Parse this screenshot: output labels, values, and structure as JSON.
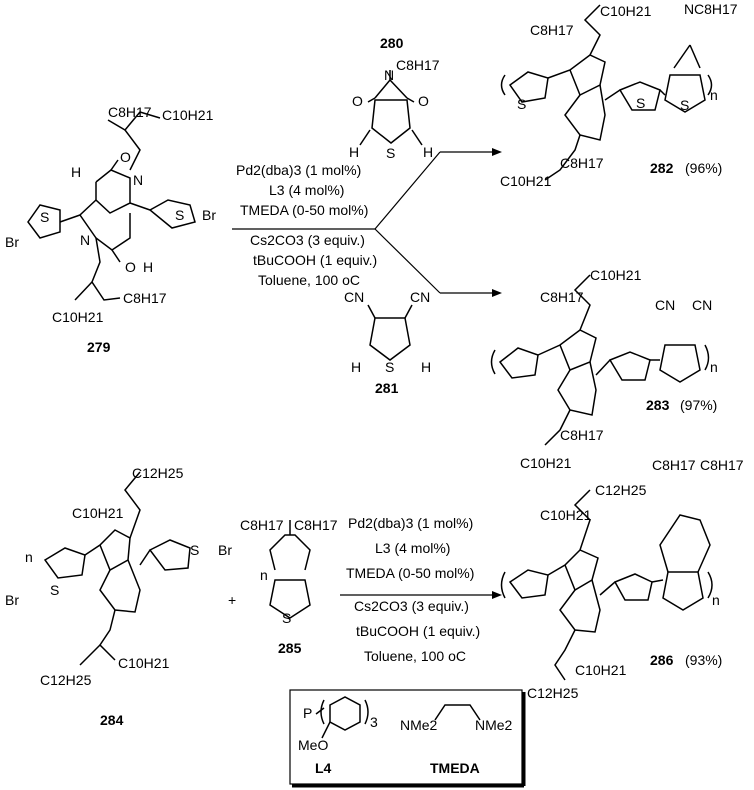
{
  "top_reaction": {
    "reactant": {
      "number": "279",
      "substituents": {
        "c10": "C10H21",
        "c8": "C8H17",
        "br": "Br",
        "s": "S",
        "o": "O",
        "n": "N",
        "h": "H"
      }
    },
    "coupling_partner_1": {
      "number": "280",
      "substituent": "C8H17"
    },
    "coupling_partner_2": {
      "number": "281",
      "substituent": "CN"
    },
    "conditions": [
      "Pd2(dba)3 (1 mol%)",
      "L3 (4 mol%)",
      "TMEDA (0-50 mol%)",
      "Cs2CO3 (3 equiv.)",
      "tBuCOOH (1 equiv.)",
      "Toluene, 100 oC"
    ],
    "product_1": {
      "number": "282",
      "yield": "(96%)",
      "repeat": "n"
    },
    "product_2": {
      "number": "283",
      "yield": "(97%)",
      "repeat": "n"
    }
  },
  "bottom_reaction": {
    "reactant": {
      "number": "284",
      "substituents": {
        "c12": "C12H25",
        "c10": "C10H21"
      },
      "repeat": "n"
    },
    "plus": "+",
    "coupling_partner": {
      "number": "285",
      "substituent": "C8H17",
      "repeat": "n"
    },
    "conditions": [
      "Pd2(dba)3 (1 mol%)",
      "L3 (4 mol%)",
      "TMEDA (0-50 mol%)",
      "Cs2CO3 (3 equiv.)",
      "tBuCOOH (1 equiv.)",
      "Toluene, 100 oC"
    ],
    "product": {
      "number": "286",
      "yield": "(93%)",
      "repeat": "n"
    }
  },
  "legend_box": {
    "ligand": {
      "label": "L4",
      "p": "P",
      "methoxy": "MeO",
      "subscript": "3"
    },
    "tmeda": {
      "label": "TMEDA",
      "nme2": "NMe2"
    }
  }
}
